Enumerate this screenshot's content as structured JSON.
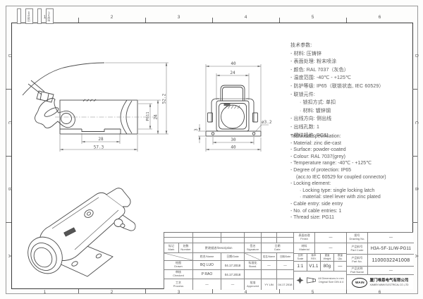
{
  "sheet": {
    "zone_columns": [
      "1",
      "2",
      "3",
      "4",
      "5",
      "6"
    ],
    "zone_rows": [
      "D",
      "C",
      "B",
      "A"
    ],
    "corner_boxes": [
      "日期/Date",
      "更改/Rev"
    ]
  },
  "specs_cn": {
    "title": "技术参数:",
    "lines": [
      "- 材料: 压铸锌",
      "- 表面处理: 粉末喷涂",
      "- 颜色: RAL 7037（灰色）",
      "- 温度范围: -40℃ - +125℃",
      "- 防护等级: IP65（联锁状态, IEC 60529）",
      "- 联锁元件:",
      "· 锁扣方式: 单扣",
      "· 材料: 镀锌钢",
      "- 出线方向: 侧出线",
      "- 出线孔数: 1",
      "- 螺纹规格: PG11"
    ]
  },
  "specs_en": {
    "title": "Technical specification:",
    "lines": [
      "- Material: zinc die-cast",
      "- Surface: powder-coated",
      "- Colour: RAL 7037(grey)",
      "- Temperature range: -40℃ - +125℃",
      "- Degree of protection: IP65",
      "(acc.to IEC 60529 for coupled connector)",
      "- Locking element:",
      "· Locking type: single locking latch",
      "· material: steel lever with zinc plated",
      "- Cable entry: side entry",
      "- No. of cable entries: 1",
      "- Thread size: PG11"
    ]
  },
  "drawing": {
    "side_view": {
      "dim_width_flange": "28",
      "dim_width_total": "57.3",
      "dim_thread": "PG11",
      "dim_body_height": "24",
      "dim_total_height": "52.2"
    },
    "front_view": {
      "dim_top_width": "40",
      "dim_cap_width": "24",
      "dim_flange_thickness": "3",
      "dim_hole_spacing": "30",
      "dim_bottom_width": "40",
      "dim_hole": "ø3.2"
    }
  },
  "title_block": {
    "rev_header": {
      "mark_cn": "标记",
      "mark_en": "Mark",
      "number_cn": "处数",
      "number_en": "Number",
      "description": "更改描述/Description",
      "signature_cn": "签名",
      "signature_en": "Signature",
      "date_cn": "日期",
      "date_en": "Date",
      "name_date_1": "姓名/Name",
      "name_date_2": "日期/Date",
      "name_date_3": "姓名/Name",
      "name_date_4": "日期/Date"
    },
    "rows": {
      "drawn_cn": "绘图",
      "drawn_en": "Drawn",
      "drawn_name": "BQ LUO",
      "drawn_date": "04.17.2018",
      "stand_cn": "标准化",
      "stand_en": "Stand.",
      "stand_name": "—",
      "stand_date": "—",
      "checked_cn": "审核",
      "checked_en": "Checked",
      "checked_name": "P RAO",
      "checked_date": "04.17.2018",
      "process_cn": "工艺",
      "process_en": "Process",
      "process_name": "—",
      "process_date": "—",
      "approved_cn": "批准",
      "approved_en": "Approved",
      "approved_name": "YY LIN",
      "approved_date": "04.17.2018"
    },
    "finish": {
      "cn": "表面处理",
      "en": "Finish",
      "value": "—"
    },
    "material": {
      "cn": "材料",
      "en": "Material",
      "value": "—"
    },
    "scale": {
      "cn": "比例",
      "en": "Scale",
      "value": "1:1"
    },
    "rev": {
      "cn": "版本",
      "en": "REV.",
      "value": "V1.1"
    },
    "weight": {
      "cn": "重量",
      "en": "Weight",
      "value": "80g"
    },
    "qty": {
      "cn": "数量",
      "en": "Qty.",
      "value": "—"
    },
    "note_line1": "All Dimensions in mm",
    "note_line2": "Original Size DIN A 4",
    "drawing_no": {
      "cn": "图号",
      "en": "Drawing No.",
      "value": "—"
    },
    "part_code": {
      "cn": "产品料号",
      "en": "Part Code",
      "value": "H3A-SF-1L/W-PG11"
    },
    "part_no": {
      "cn": "产品料号",
      "en": "Part No.",
      "value": "1100032241008"
    },
    "part_name": {
      "cn": "产品名称",
      "en": "Part Name",
      "value": "—"
    },
    "company": {
      "logo": "WAIN",
      "name_cn": "厦门唯恩电气有限公司",
      "name_en": "XIAMEN WAIN ELECTRICAL CO.,LTD"
    }
  }
}
